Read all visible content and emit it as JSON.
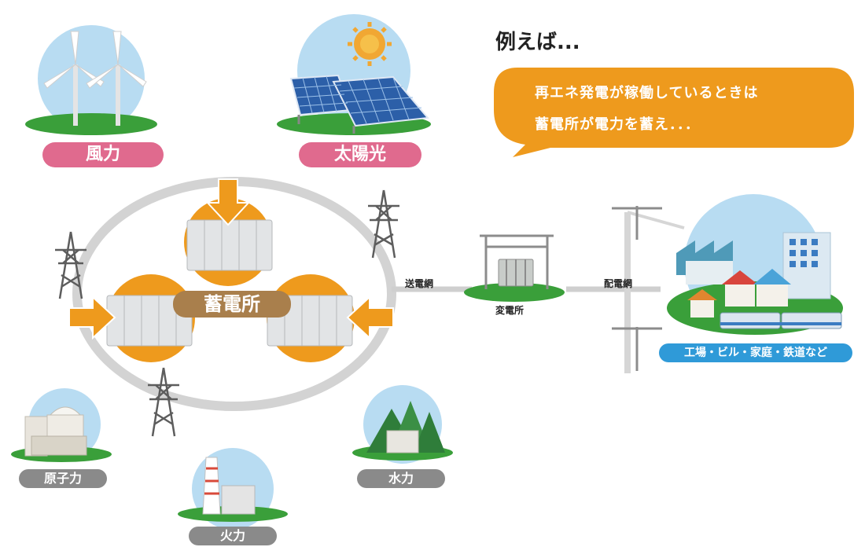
{
  "labels": {
    "wind": "風力",
    "solar": "太陽光",
    "storage": "蓄電所",
    "nuclear": "原子力",
    "thermal": "火力",
    "hydro": "水力",
    "transmission": "送電網",
    "substation": "変電所",
    "distribution": "配電網",
    "consumers": "工場・ビル・家庭・鉄道など"
  },
  "callout": {
    "heading": "例えば...",
    "line1": "再エネ発電が稼働しているときは",
    "line2": "蓄電所が電力を蓄え．．．"
  },
  "colors": {
    "wind_solar_pill": "#e06a8e",
    "other_pill": "#8a8a8a",
    "storage_pill": "#a97f4c",
    "consumers_pill": "#2f9ad8",
    "arrow_orange": "#ee9a1d",
    "ring": "#d3d3d3",
    "sky": "#b8dcf2",
    "grass": "#3a9f3a"
  }
}
